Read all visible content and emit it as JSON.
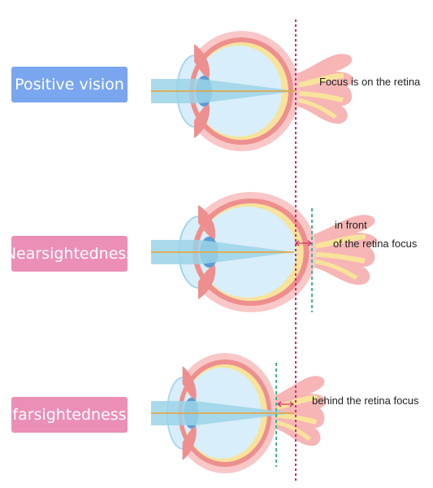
{
  "rows": [
    {
      "label": "Positive vision",
      "note_lines": [
        "Focus is on the retina"
      ]
    },
    {
      "label": "Nearsightedness",
      "note_lines": [
        "in front",
        "of the retina focus"
      ]
    },
    {
      "label": "farsightedness",
      "note_lines": [
        "behind the retina focus"
      ]
    }
  ],
  "colors": {
    "positive_label": "#7aa6f0",
    "near_label": "#ec8fb6",
    "far_label": "#ec8fb6",
    "reference_line": "#d6286b",
    "offset_arrow": "#d6286b",
    "focus_line": "#3db88a",
    "light_beam": "#9bd3e6",
    "optical_axis": "#f0a030"
  }
}
